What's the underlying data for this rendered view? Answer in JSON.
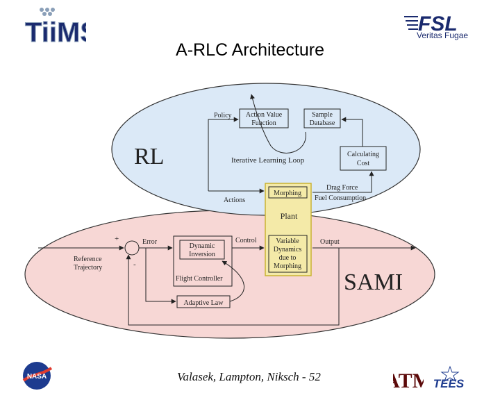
{
  "header": {
    "logo_left_text": "TiiMS",
    "logo_right_text": "FSL",
    "logo_right_tagline": "Veritas Fugae",
    "title": "A-RLC Architecture"
  },
  "diagram": {
    "rl_region": "RL",
    "sami_region": "SAMI",
    "policy": "Policy",
    "action_value_function": [
      "Action Value",
      "Function"
    ],
    "sample_database": [
      "Sample",
      "Database"
    ],
    "iterative_learning_loop": "Iterative Learning Loop",
    "calculating_cost": [
      "Calculating",
      "Cost"
    ],
    "drag_force": "Drag Force",
    "fuel_consumption": "Fuel Consumption",
    "actions": "Actions",
    "morphing": "Morphing",
    "plant": "Plant",
    "variable_dynamics": [
      "Variable",
      "Dynamics",
      "due to",
      "Morphing"
    ],
    "plus": "+",
    "minus": "-",
    "error": "Error",
    "control": "Control",
    "output": "Output",
    "reference_trajectory": [
      "Reference",
      "Trajectory"
    ],
    "dynamic_inversion": [
      "Dynamic",
      "Inversion"
    ],
    "flight_controller": "Flight Controller",
    "adaptive_law": "Adaptive Law"
  },
  "footer": {
    "credit": "Valasek, Lampton, Niksch - 52",
    "logo_nasa": "NASA",
    "logo_tamu": "ATM",
    "logo_tees": "TEES"
  },
  "colors": {
    "rl_fill": "#dbe9f7",
    "sami_fill": "#f7d7d5",
    "plant_fill": "#f4eaa8",
    "plant_border": "#c9b233"
  }
}
